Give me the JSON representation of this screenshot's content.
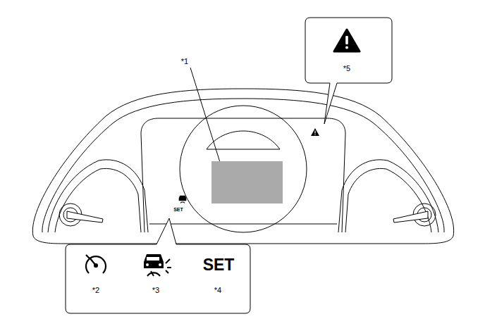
{
  "diagram": {
    "nodes": [
      {
        "text": [
          "*5"
        ]
      },
      {
        "text": [
          "SET",
          "*2",
          "*3",
          "*4"
        ]
      }
    ],
    "labels": [
      "*1",
      "SET"
    ]
  }
}
